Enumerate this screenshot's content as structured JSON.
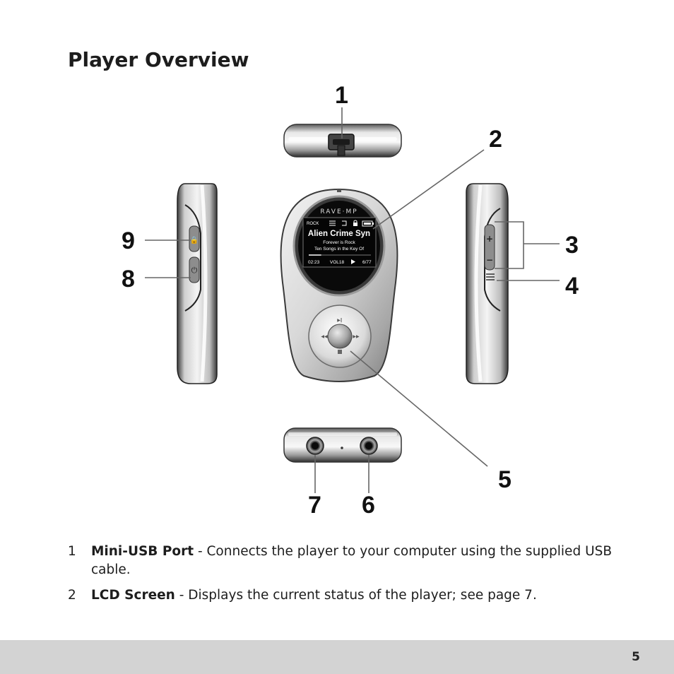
{
  "page": {
    "title": "Player Overview",
    "page_number": "5"
  },
  "screen": {
    "brand": "RAVE·MP",
    "genre": "ROCK",
    "track_title": "Alien Crime Syn",
    "artist": "Forever is Rock",
    "album": "Ten Songs in the Key Of",
    "time": "02:23",
    "volume": "VOL18",
    "track_count": "6/77",
    "progress": 0.2
  },
  "callouts": [
    "1",
    "2",
    "3",
    "4",
    "5",
    "6",
    "7",
    "8",
    "9"
  ],
  "items": [
    {
      "num": "1",
      "term": "Mini-USB Port",
      "text": " - Connects the player to your computer using the supplied USB cable."
    },
    {
      "num": "2",
      "term": "LCD Screen",
      "text": " - Displays the current status of the player; see page 7."
    }
  ],
  "colors": {
    "accent_line": "#666666",
    "footer": "#d3d3d3",
    "screen_bg": "#050505"
  }
}
